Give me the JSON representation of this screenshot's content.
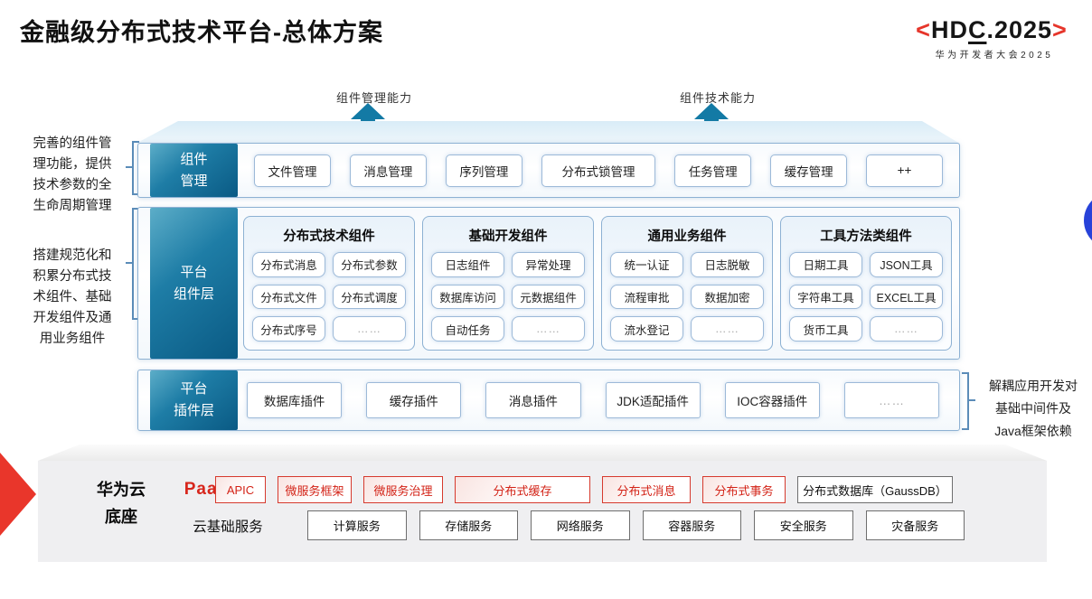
{
  "header": {
    "title": "金融级分布式技术平台-总体方案",
    "logo": {
      "bracket_left": "<",
      "name_pre": "HD",
      "name_c": "C",
      "name_post": ".2025",
      "bracket_right": ">",
      "subtitle": "华为开发者大会2025"
    }
  },
  "capability_arrows": [
    {
      "label": "组件管理能力"
    },
    {
      "label": "组件技术能力"
    }
  ],
  "side_notes": {
    "component_mgmt": "完善的组件管\n理功能，提供\n技术参数的全\n生命周期管理",
    "platform_components": "搭建规范化和\n积累分布式技\n术组件、基础\n开发组件及通\n用业务组件",
    "plugin_layer": "解耦应用开发对\n基础中间件及\nJava框架依赖"
  },
  "layers": {
    "component_mgmt": {
      "label": "组件\n管理",
      "items": [
        "文件管理",
        "消息管理",
        "序列管理",
        "分布式锁管理",
        "任务管理",
        "缓存管理",
        "++"
      ]
    },
    "platform_components": {
      "label": "平台\n组件层",
      "groups": [
        {
          "header": "分布式技术组件",
          "items": [
            "分布式消息",
            "分布式参数",
            "分布式文件",
            "分布式调度",
            "分布式序号",
            "……"
          ]
        },
        {
          "header": "基础开发组件",
          "items": [
            "日志组件",
            "异常处理",
            "数据库访问",
            "元数据组件",
            "自动任务",
            "……"
          ]
        },
        {
          "header": "通用业务组件",
          "items": [
            "统一认证",
            "日志脱敏",
            "流程审批",
            "数据加密",
            "流水登记",
            "……"
          ]
        },
        {
          "header": "工具方法类组件",
          "items": [
            "日期工具",
            "JSON工具",
            "字符串工具",
            "EXCEL工具",
            "货币工具",
            "……"
          ]
        }
      ]
    },
    "platform_plugins": {
      "label": "平台\n插件层",
      "items": [
        "数据库插件",
        "缓存插件",
        "消息插件",
        "JDK适配插件",
        "IOC容器插件",
        "……"
      ]
    }
  },
  "foundation": {
    "label": "华为云\n底座",
    "paas": {
      "label": "PaaS",
      "highlight_items": [
        "APIC",
        "微服务框架",
        "微服务治理",
        "分布式缓存",
        "分布式消息",
        "分布式事务"
      ],
      "plain_item": "分布式数据库（GaussDB）"
    },
    "cloud_services": {
      "label": "云基础服务",
      "items": [
        "计算服务",
        "存储服务",
        "网络服务",
        "容器服务",
        "安全服务",
        "灾备服务"
      ]
    }
  },
  "colors": {
    "accent_teal": "#137aa5",
    "accent_red": "#e6352a",
    "panel_border_blue": "#8db1d3",
    "circle_blue": "#2742d9"
  }
}
